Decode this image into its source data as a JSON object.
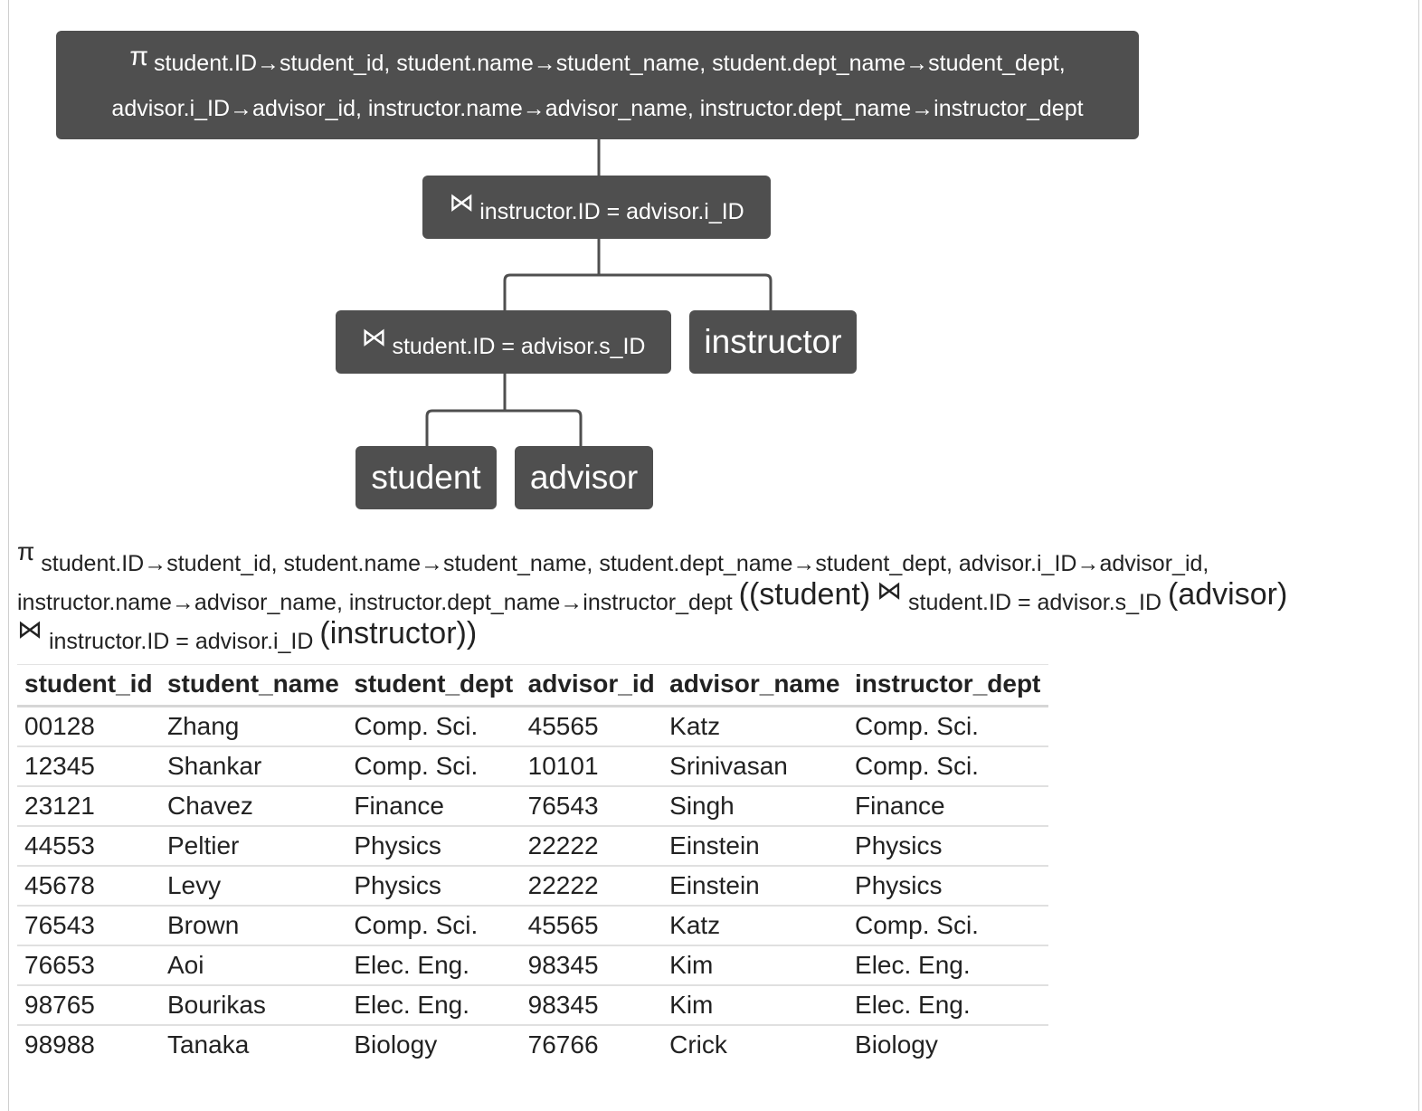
{
  "tree": {
    "projection": {
      "operator": "π",
      "line1": "student.ID→student_id, student.name→student_name, student.dept_name→student_dept,",
      "line2": "advisor.i_ID→advisor_id, instructor.name→advisor_name, instructor.dept_name→instructor_dept"
    },
    "join_top": {
      "operator": "⋈",
      "condition": "instructor.ID = advisor.i_ID"
    },
    "join_bottom": {
      "operator": "⋈",
      "condition": "student.ID = advisor.s_ID"
    },
    "leaf_instructor": "instructor",
    "leaf_student": "student",
    "leaf_advisor": "advisor"
  },
  "expression": {
    "pi": "π",
    "projection_list": "student.ID→student_id, student.name→student_name, student.dept_name→student_dept, advisor.i_ID→advisor_id, instructor.name→advisor_name, instructor.dept_name→instructor_dept",
    "open_student": "((student)",
    "join1_op": "⋈",
    "join1_cond": "student.ID = advisor.s_ID",
    "advisor": "(advisor)",
    "join2_op": "⋈",
    "join2_cond": "instructor.ID = advisor.i_ID",
    "close_instructor": "(instructor))"
  },
  "table": {
    "columns": [
      "student_id",
      "student_name",
      "student_dept",
      "advisor_id",
      "advisor_name",
      "instructor_dept"
    ],
    "rows": [
      [
        "00128",
        "Zhang",
        "Comp. Sci.",
        "45565",
        "Katz",
        "Comp. Sci."
      ],
      [
        "12345",
        "Shankar",
        "Comp. Sci.",
        "10101",
        "Srinivasan",
        "Comp. Sci."
      ],
      [
        "23121",
        "Chavez",
        "Finance",
        "76543",
        "Singh",
        "Finance"
      ],
      [
        "44553",
        "Peltier",
        "Physics",
        "22222",
        "Einstein",
        "Physics"
      ],
      [
        "45678",
        "Levy",
        "Physics",
        "22222",
        "Einstein",
        "Physics"
      ],
      [
        "76543",
        "Brown",
        "Comp. Sci.",
        "45565",
        "Katz",
        "Comp. Sci."
      ],
      [
        "76653",
        "Aoi",
        "Elec. Eng.",
        "98345",
        "Kim",
        "Elec. Eng."
      ],
      [
        "98765",
        "Bourikas",
        "Elec. Eng.",
        "98345",
        "Kim",
        "Elec. Eng."
      ],
      [
        "98988",
        "Tanaka",
        "Biology",
        "76766",
        "Crick",
        "Biology"
      ]
    ]
  },
  "colors": {
    "node_background": "#4f4f4f",
    "node_text": "#ffffff",
    "connector": "#4f4f4f"
  }
}
